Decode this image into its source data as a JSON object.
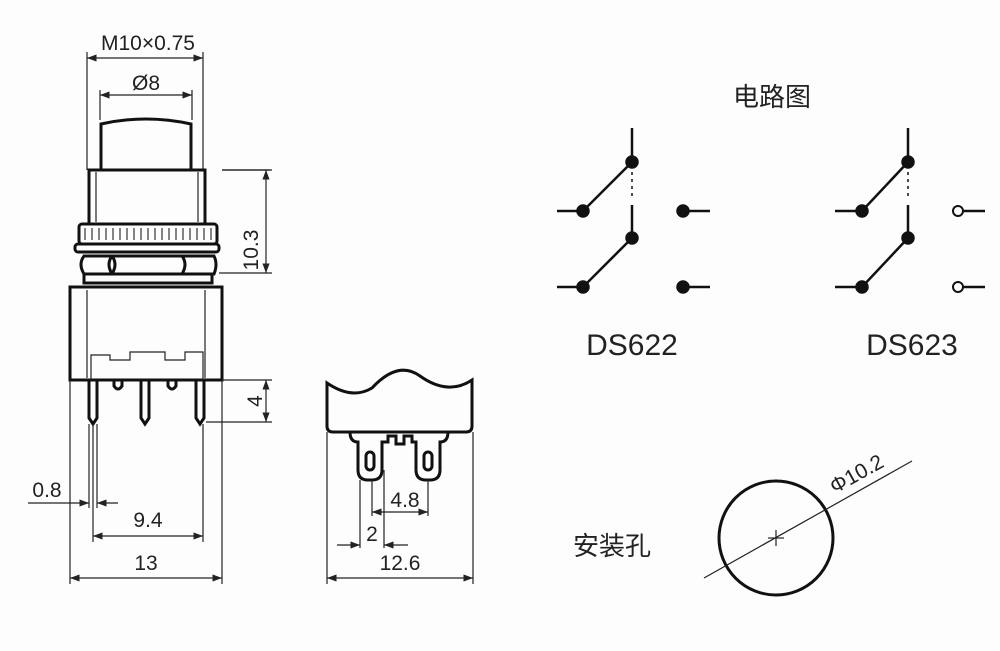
{
  "front_view": {
    "thread_label": "M10×0.75",
    "cap_diameter": "Ø8",
    "height_above_panel": "10.3",
    "pin_length": "4",
    "pin_width": "0.8",
    "pin_spacing": "9.4",
    "body_width": "13"
  },
  "side_view": {
    "terminal_spacing": "4.8",
    "terminal_width": "2",
    "body_width": "12.6"
  },
  "circuit": {
    "title": "电路图",
    "models": [
      "DS622",
      "DS623"
    ]
  },
  "mounting_hole": {
    "label": "安装孔",
    "diameter": "Φ10.2"
  }
}
